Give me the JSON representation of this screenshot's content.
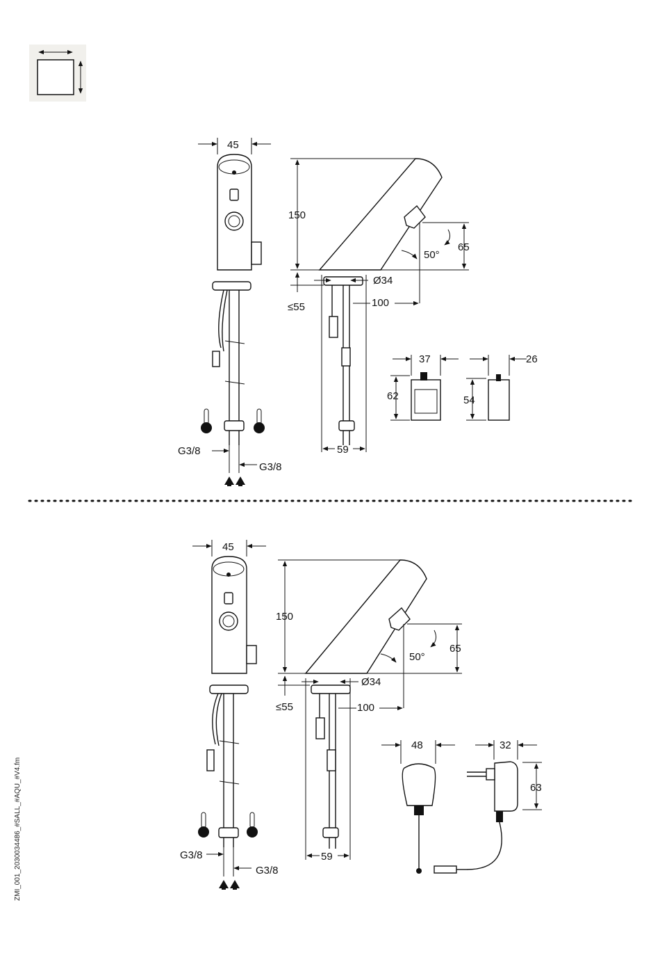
{
  "side_code": "ZMI_001_2030034486_#SALL_#AQU_#V4.fm",
  "icon": "dimension-sheet-icon",
  "top": {
    "front_width": "45",
    "height": "150",
    "spout_reach": "100",
    "diameter": "Ø34",
    "thickness": "≤55",
    "sensor_height": "65",
    "angle": "50°",
    "supply_width": "59",
    "conn_left": "G3/8",
    "conn_right": "G3/8",
    "box_a_w": "37",
    "box_a_h": "62",
    "box_b_w": "26",
    "box_b_h": "54"
  },
  "bottom": {
    "front_width": "45",
    "height": "150",
    "spout_reach": "100",
    "diameter": "Ø34",
    "thickness": "≤55",
    "sensor_height": "65",
    "angle": "50°",
    "supply_width": "59",
    "conn_left": "G3/8",
    "conn_right": "G3/8",
    "box_a_w": "48",
    "adapter_w": "32",
    "adapter_h": "63"
  }
}
